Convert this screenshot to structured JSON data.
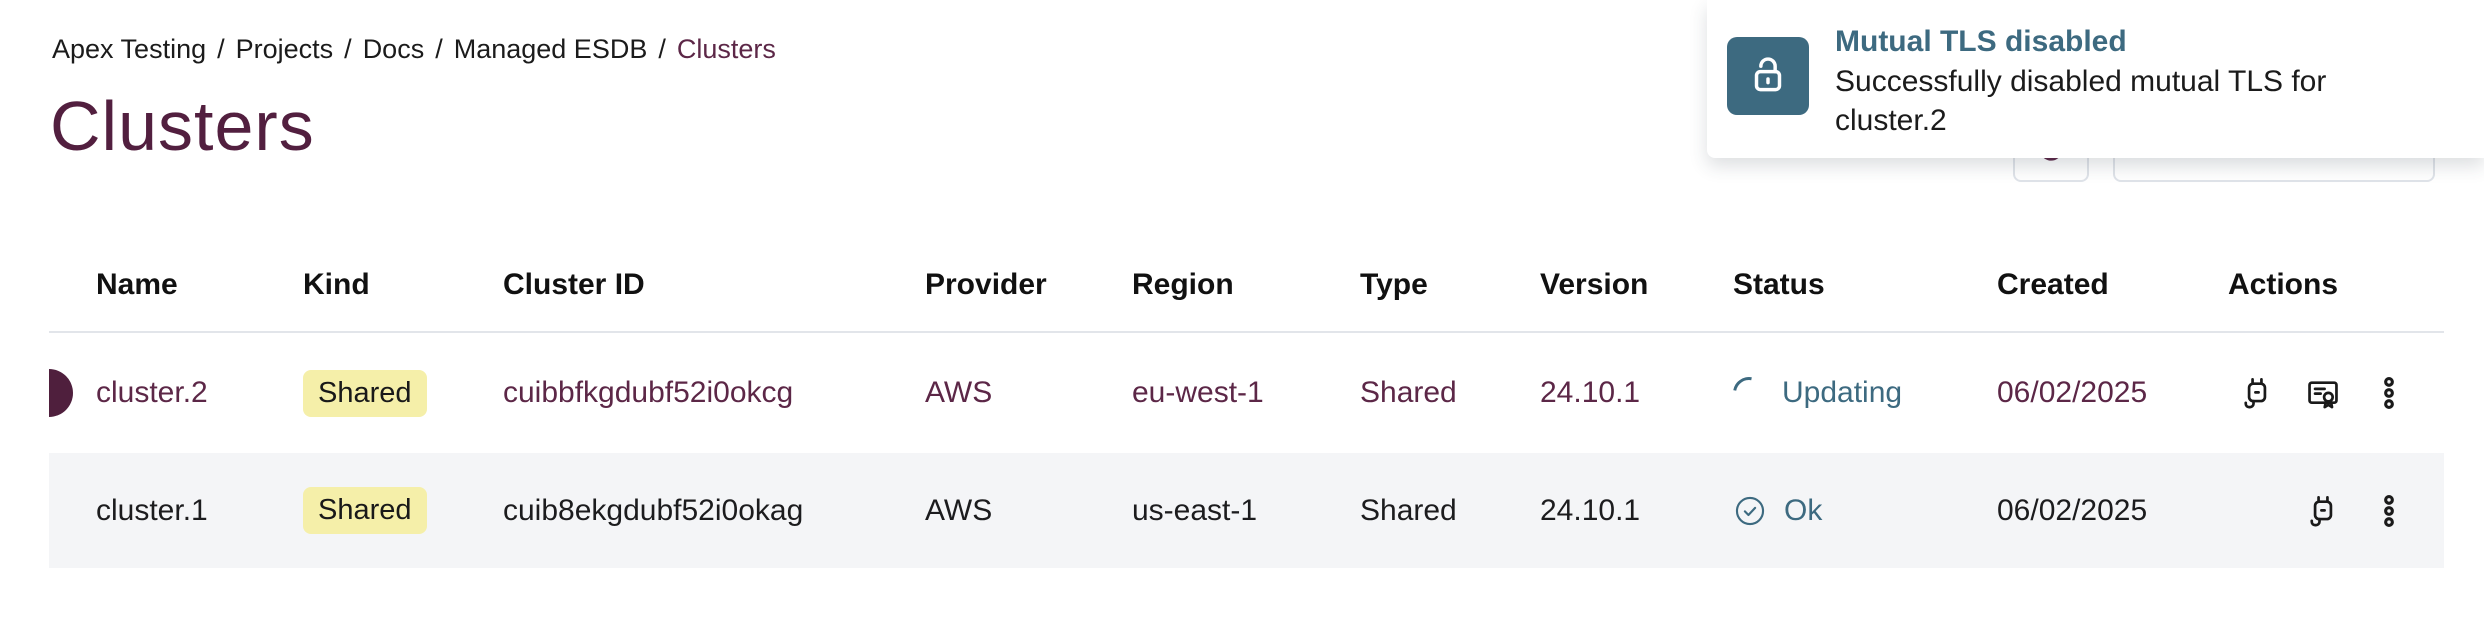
{
  "breadcrumb": {
    "separator": "/",
    "items": [
      {
        "label": "Apex Testing"
      },
      {
        "label": "Projects"
      },
      {
        "label": "Docs"
      },
      {
        "label": "Managed ESDB"
      }
    ],
    "current": "Clusters"
  },
  "page": {
    "title": "Clusters"
  },
  "toast": {
    "icon": "unlock-icon",
    "title": "Mutual TLS disabled",
    "message": "Successfully disabled mutual TLS for cluster.2"
  },
  "table": {
    "columns": [
      "Name",
      "Kind",
      "Cluster ID",
      "Provider",
      "Region",
      "Type",
      "Version",
      "Status",
      "Created",
      "Actions"
    ],
    "rows": [
      {
        "name": "cluster.2",
        "kind": "Shared",
        "cluster_id": "cuibbfkgdubf52i0okcg",
        "provider": "AWS",
        "region": "eu-west-1",
        "type": "Shared",
        "version": "24.10.1",
        "status": "Updating",
        "status_state": "updating",
        "created": "06/02/2025",
        "actions": [
          "connect",
          "certificate",
          "menu"
        ],
        "highlighted": true
      },
      {
        "name": "cluster.1",
        "kind": "Shared",
        "cluster_id": "cuib8ekgdubf52i0okag",
        "provider": "AWS",
        "region": "us-east-1",
        "type": "Shared",
        "version": "24.10.1",
        "status": "Ok",
        "status_state": "ok",
        "created": "06/02/2025",
        "actions": [
          "connect",
          "menu"
        ],
        "highlighted": false
      }
    ]
  },
  "colors": {
    "accent_maroon": "#5c2747",
    "title_maroon": "#521f3f",
    "status_teal": "#3d6a80",
    "badge_yellow": "#f5efa9",
    "alt_row_bg": "#f4f5f7"
  }
}
